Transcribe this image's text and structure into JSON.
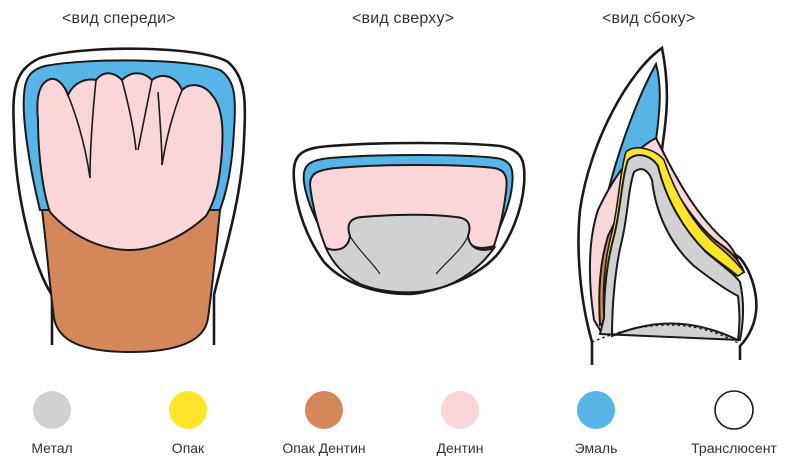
{
  "views": {
    "front": "<вид спереди>",
    "top": "<вид сверху>",
    "side": "<вид сбоку>"
  },
  "legend": [
    {
      "label": "Метал",
      "color": "#d0d1d3"
    },
    {
      "label": "Опак",
      "color": "#ffe52a"
    },
    {
      "label": "Опак Дентин",
      "color": "#d4875a"
    },
    {
      "label": "Дентин",
      "color": "#fad6d8"
    },
    {
      "label": "Эмаль",
      "color": "#56b4e6"
    },
    {
      "label": "Транслюсент",
      "color": "#ffffff"
    }
  ],
  "colors": {
    "outline": "#1a1a1a",
    "metal": "#d0d1d3",
    "opaque": "#ffe52a",
    "opaque_dentin": "#d4875a",
    "dentin": "#fad6d8",
    "enamel": "#56b4e6",
    "translucent": "#ffffff"
  }
}
